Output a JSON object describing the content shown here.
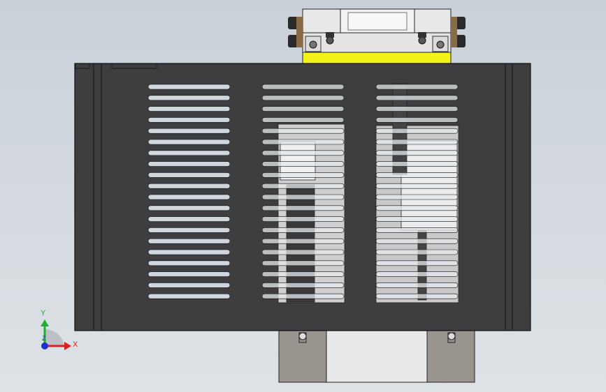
{
  "viewport": {
    "background_top": "#c9d0d8",
    "background_bottom": "#dde2e6"
  },
  "colors": {
    "housing_dark": "#3d3d3f",
    "housing_edge": "#1a1a1a",
    "slot_fill": "#cfd6dd",
    "yellow_block": "#f4f21a",
    "top_block": "#e6e6e6",
    "bottom_plate": "#9a948f",
    "bottom_center": "#e9e9e9",
    "axis_x": "#d92020",
    "axis_y": "#20b030",
    "axis_z": "#2030d0"
  },
  "triad": {
    "x_label": "X",
    "y_label": "Y",
    "z_label": "Z"
  },
  "model": {
    "name": "enclosure-front-view",
    "slot_columns": 3,
    "slots_per_column": 20
  }
}
